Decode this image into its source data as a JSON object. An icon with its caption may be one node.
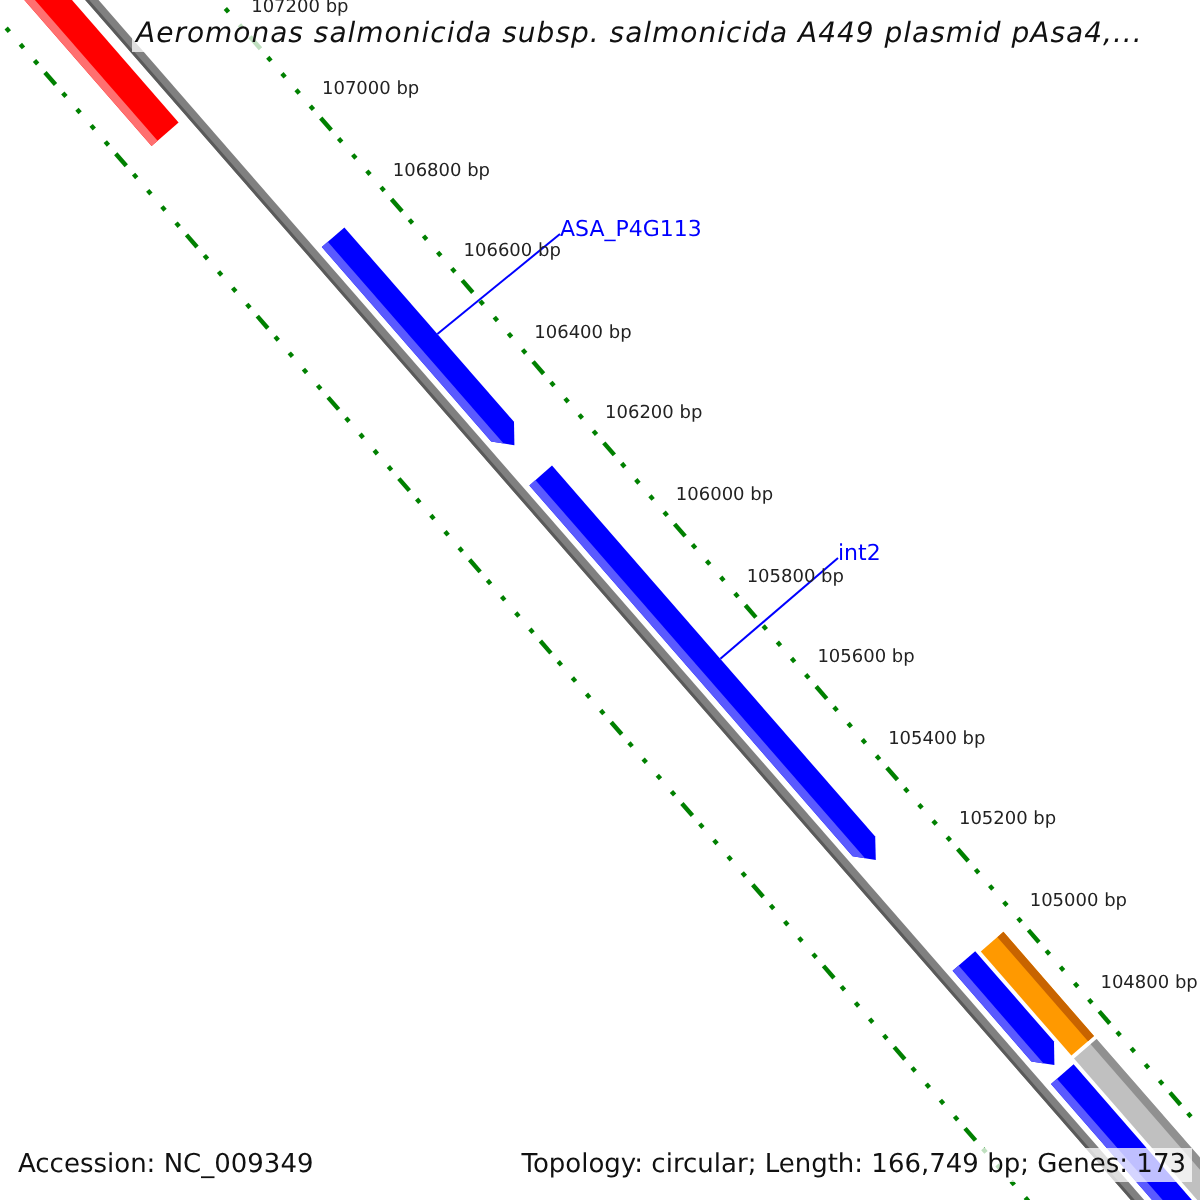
{
  "diagram": {
    "title": "Aeromonas salmonicida subsp. salmonicida A449 plasmid pAsa4,...",
    "nodes": [
      {
        "text": [],
        "shape": "bar"
      },
      {
        "text": [
          "ASA_P4G113"
        ]
      },
      {
        "text": [],
        "shape": "bar"
      },
      {
        "text": [
          "int2"
        ]
      },
      {
        "text": [],
        "shape": "bar"
      },
      {
        "text": [],
        "shape": "bar"
      },
      {
        "text": [],
        "shape": "bar"
      },
      {
        "text": [],
        "shape": "bar"
      },
      {
        "text": [],
        "shape": "bar"
      }
    ],
    "edges": [
      {
        "from": 1,
        "to": 2,
        "arrow": "none"
      },
      {
        "from": 3,
        "to": 4,
        "arrow": "none"
      }
    ],
    "labels": [
      "107200 bp",
      "107000 bp",
      "106800 bp",
      "106600 bp",
      "106400 bp",
      "106200 bp",
      "106000 bp",
      "105800 bp",
      "105600 bp",
      "105400 bp",
      "105200 bp",
      "105000 bp",
      "104800 bp",
      "Accession: NC_009349",
      "Topology: circular; Length: 166,749 bp; Genes: 173"
    ]
  }
}
